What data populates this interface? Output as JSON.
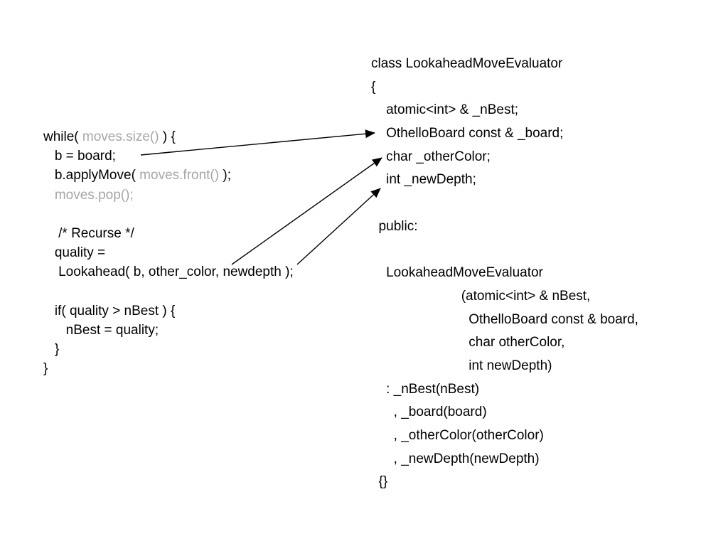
{
  "left_code": {
    "lines": [
      [
        {
          "text": "while( "
        },
        {
          "text": "moves.size()",
          "style": "gray"
        },
        {
          "text": " ) {"
        }
      ],
      [
        {
          "text": "   b = board;"
        }
      ],
      [
        {
          "text": "   b.applyMove( "
        },
        {
          "text": "moves.front()",
          "style": "gray"
        },
        {
          "text": " );"
        }
      ],
      [
        {
          "text": "   moves.pop();",
          "style": "gray"
        }
      ],
      [
        {
          "text": ""
        }
      ],
      [
        {
          "text": "    /* Recurse */"
        }
      ],
      [
        {
          "text": "   quality ="
        }
      ],
      [
        {
          "text": "    Lookahead( b, other_color, newdepth );"
        }
      ],
      [
        {
          "text": ""
        }
      ],
      [
        {
          "text": "   if( quality > nBest ) {"
        }
      ],
      [
        {
          "text": "      nBest = quality;"
        }
      ],
      [
        {
          "text": "   }"
        }
      ],
      [
        {
          "text": "}"
        }
      ]
    ]
  },
  "right_code": {
    "lines": [
      [
        {
          "text": "class LookaheadMoveEvaluator"
        }
      ],
      [
        {
          "text": "{"
        }
      ],
      [
        {
          "text": "    atomic<int> & _nBest;"
        }
      ],
      [
        {
          "text": "    OthelloBoard const & _board;"
        }
      ],
      [
        {
          "text": "    char _otherColor;"
        }
      ],
      [
        {
          "text": "    int _newDepth;"
        }
      ],
      [
        {
          "text": ""
        }
      ],
      [
        {
          "text": "  public:"
        }
      ],
      [
        {
          "text": ""
        }
      ],
      [
        {
          "text": "    LookaheadMoveEvaluator"
        }
      ],
      [
        {
          "text": "                        (atomic<int> & nBest,"
        }
      ],
      [
        {
          "text": "                          OthelloBoard const & board,"
        }
      ],
      [
        {
          "text": "                          char otherColor,"
        }
      ],
      [
        {
          "text": "                          int newDepth)"
        }
      ],
      [
        {
          "text": "    : _nBest(nBest)"
        }
      ],
      [
        {
          "text": "      , _board(board)"
        }
      ],
      [
        {
          "text": "      , _otherColor(otherColor)"
        }
      ],
      [
        {
          "text": "      , _newDepth(newDepth)"
        }
      ],
      [
        {
          "text": "  {}"
        }
      ]
    ]
  },
  "arrows": [
    {
      "from": "b",
      "to": "_board"
    },
    {
      "from": "other_color",
      "to": "_otherColor"
    },
    {
      "from": "newdepth",
      "to": "_newDepth"
    }
  ],
  "colors": {
    "text": "#000000",
    "muted_code": "#a6a6a6",
    "background": "#ffffff"
  }
}
